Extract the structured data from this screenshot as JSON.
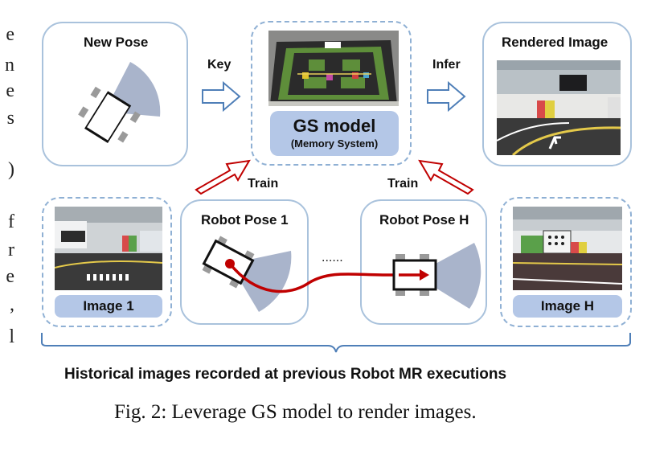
{
  "margin_fragments": [
    "e",
    "n",
    "e",
    "s",
    ")",
    "f",
    "r",
    "e",
    ",",
    "l"
  ],
  "new_pose": {
    "title": "New Pose"
  },
  "key_arrow": {
    "label": "Key"
  },
  "gs_model": {
    "title": "GS model",
    "subtitle": "(Memory System)"
  },
  "infer_arrow": {
    "label": "Infer"
  },
  "rendered_image": {
    "title": "Rendered Image"
  },
  "train_left": {
    "label": "Train"
  },
  "train_right": {
    "label": "Train"
  },
  "image_1": {
    "label": "Image 1"
  },
  "robot_pose_1": {
    "title": "Robot Pose 1"
  },
  "ellipsis": {
    "text": "......"
  },
  "robot_pose_h": {
    "title": "Robot Pose H"
  },
  "image_h": {
    "label": "Image H"
  },
  "bottom_title": "Historical images recorded at previous Robot MR executions",
  "caption": "Fig. 2: Leverage GS model to render images.",
  "colors": {
    "box_border": "#a9c2dc",
    "pill_fill": "#b4c7e7",
    "fov_fill": "#9aa7c2",
    "trajectory": "#c00000",
    "arrow_blue": "#4f7fb8",
    "arrow_red": "#c00000",
    "brace": "#4f7fb8"
  }
}
